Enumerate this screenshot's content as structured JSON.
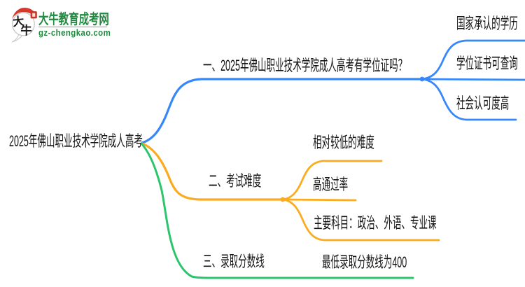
{
  "logo": {
    "title": "大牛教育成考网",
    "domain": "gz-chengkao.com",
    "mark_chars": [
      "大",
      "牛"
    ],
    "title_color": "#1f8a3d",
    "seal_color": "#c0392b"
  },
  "mindmap": {
    "root": {
      "label": "2025年佛山职业技术学院成人高考"
    },
    "branches": [
      {
        "label": "一、2025年佛山职业技术学院成人高考有学位证吗？",
        "color": "#3688fa",
        "children": [
          {
            "label": "国家承认的学历"
          },
          {
            "label": "学位证书可查询"
          },
          {
            "label": "社会认可度高"
          }
        ]
      },
      {
        "label": "二、考试难度",
        "color": "#fbab1d",
        "children": [
          {
            "label": "相对较低的难度"
          },
          {
            "label": "高通过率"
          },
          {
            "label": "主要科目：政治、外语、专业课"
          }
        ]
      },
      {
        "label": "三、录取分数线",
        "color": "#2cc56d",
        "children": [
          {
            "label": "最低录取分数线为400"
          }
        ]
      }
    ]
  }
}
